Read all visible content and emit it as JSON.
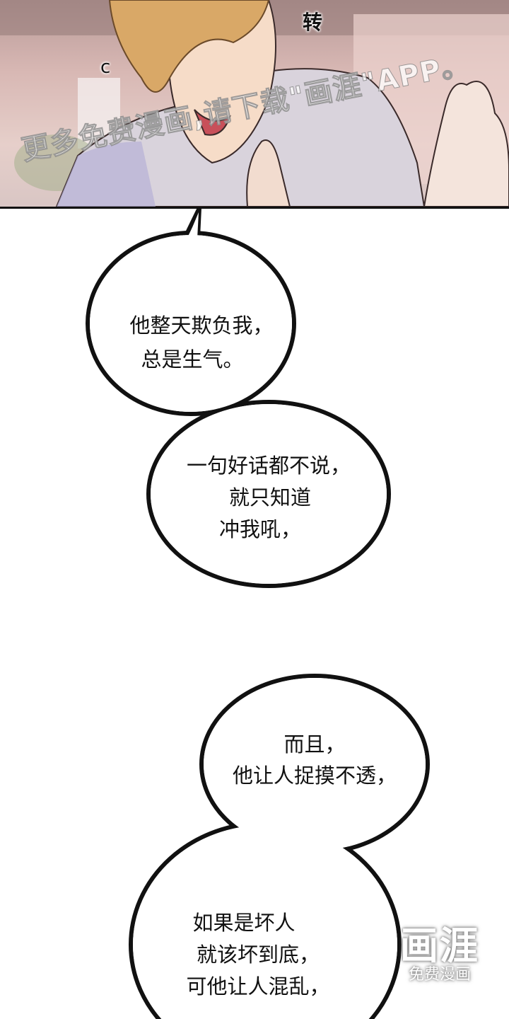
{
  "panel": {
    "sfx_turn": "转",
    "sfx_c": "c",
    "watermark": "更多免费漫画,请下载\"画涯\"APP。"
  },
  "bubbles": [
    {
      "lines": [
        "他整天欺负我，",
        "总是生气。"
      ]
    },
    {
      "lines": [
        "一句好话都不说，",
        "就只知道",
        "冲我吼，"
      ]
    },
    {
      "lines": [
        "而且，",
        "他让人捉摸不透，"
      ]
    },
    {
      "lines": [
        "如果是坏人",
        "就该坏到底，",
        "可他让人混乱，"
      ]
    }
  ],
  "logo": {
    "title": "画涯",
    "subtitle": "免费漫画"
  }
}
